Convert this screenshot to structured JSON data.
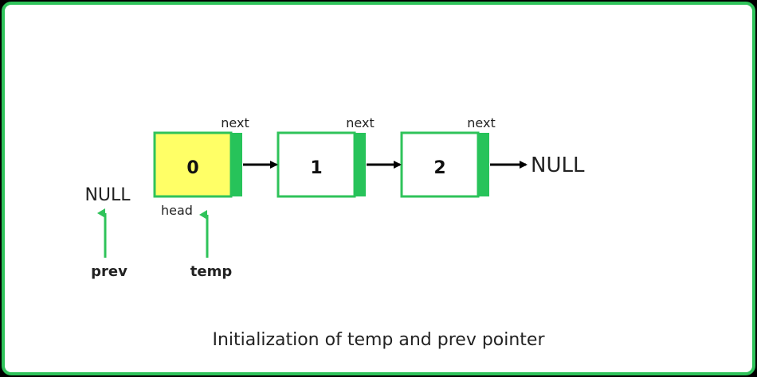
{
  "nodes": [
    {
      "value": "0",
      "highlight": true
    },
    {
      "value": "1",
      "highlight": false
    },
    {
      "value": "2",
      "highlight": false
    }
  ],
  "next_label": "next",
  "null_right": "NULL",
  "null_left": "NULL",
  "head_label": "head",
  "prev_label": "prev",
  "temp_label": "temp",
  "caption": "Initialization of temp and prev pointer",
  "colors": {
    "border": "#2fc35a",
    "next_field": "#27c35a",
    "highlight_fill": "#ffff66",
    "arrow": "#000000",
    "pointer_arrow": "#2fc35a"
  }
}
